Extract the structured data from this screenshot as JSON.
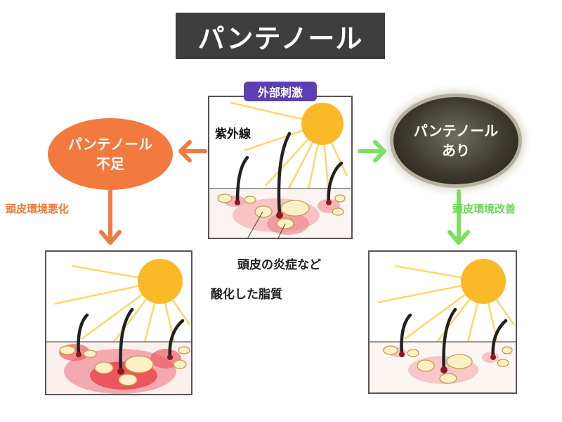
{
  "title": "パンテノール",
  "center": {
    "badge": "外部刺激",
    "uv_label": "紫外線",
    "inflammation_label": "頭皮の炎症など",
    "oxidized_label": "酸化した脂質"
  },
  "left_branch": {
    "oval_line1": "パンテノール",
    "oval_line2": "不足",
    "arrow_label": "頭皮環境悪化"
  },
  "right_branch": {
    "oval_line1": "パンテノール",
    "oval_line2": "あり",
    "arrow_label": "頭皮環境改善"
  },
  "colors": {
    "title_bg": "#3e3e3e",
    "badge_bg": "#5b3fb3",
    "orange": "#f27a3f",
    "green": "#7ce05e",
    "sun": "#fbb928",
    "inflammation": "#e8323c"
  }
}
